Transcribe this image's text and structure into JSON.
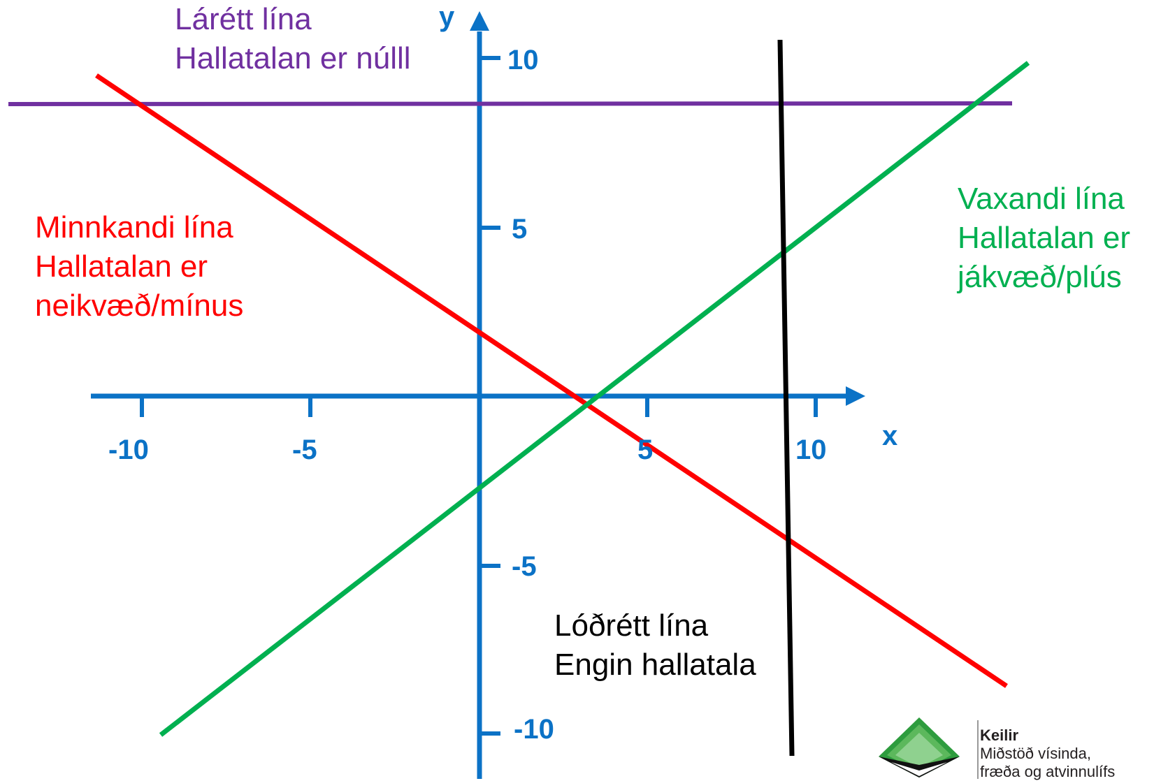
{
  "axes": {
    "x_name": "x",
    "y_name": "y",
    "x_ticks": [
      "-10",
      "-5",
      "5",
      "10"
    ],
    "y_ticks": [
      "10",
      "5",
      "-5",
      "-10"
    ],
    "color": "#0B72C6"
  },
  "labels": {
    "horizontal": {
      "line1": "Lárétt lína",
      "line2": "Hallatalan er núlll",
      "color": "#7030A0"
    },
    "decreasing": {
      "line1": "Minnkandi lína",
      "line2": "Hallatalan er",
      "line3": "neikvæð/mínus",
      "color": "#FF0000"
    },
    "increasing": {
      "line1": "Vaxandi lína",
      "line2": "Hallatalan er",
      "line3": "jákvæð/plús",
      "color": "#00B050"
    },
    "vertical": {
      "line1": "Lóðrétt lína",
      "line2": "Engin hallatala",
      "color": "#000000"
    }
  },
  "logo": {
    "name": "Keilir",
    "tagline1": "Miðstöð vísinda,",
    "tagline2": "fræða og atvinnulífs"
  }
}
